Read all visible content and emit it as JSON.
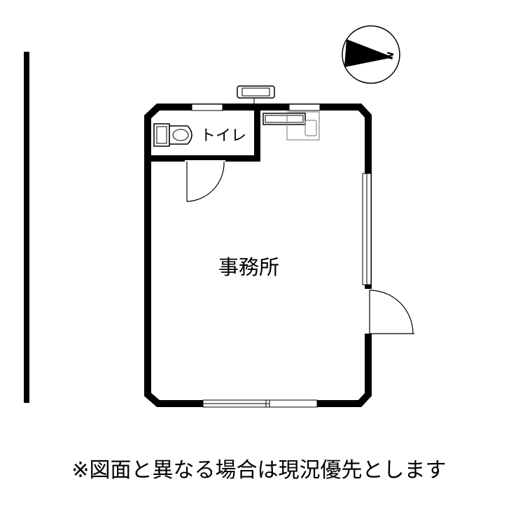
{
  "rooms": {
    "toilet": "トイレ",
    "office": "事務所"
  },
  "compass": {
    "label": "N",
    "icon": "compass-icon"
  },
  "note": "※図面と異なる場合は現況優先とします",
  "colors": {
    "wall": "#000000",
    "fixture_gray": "#888888",
    "background": "#ffffff"
  }
}
